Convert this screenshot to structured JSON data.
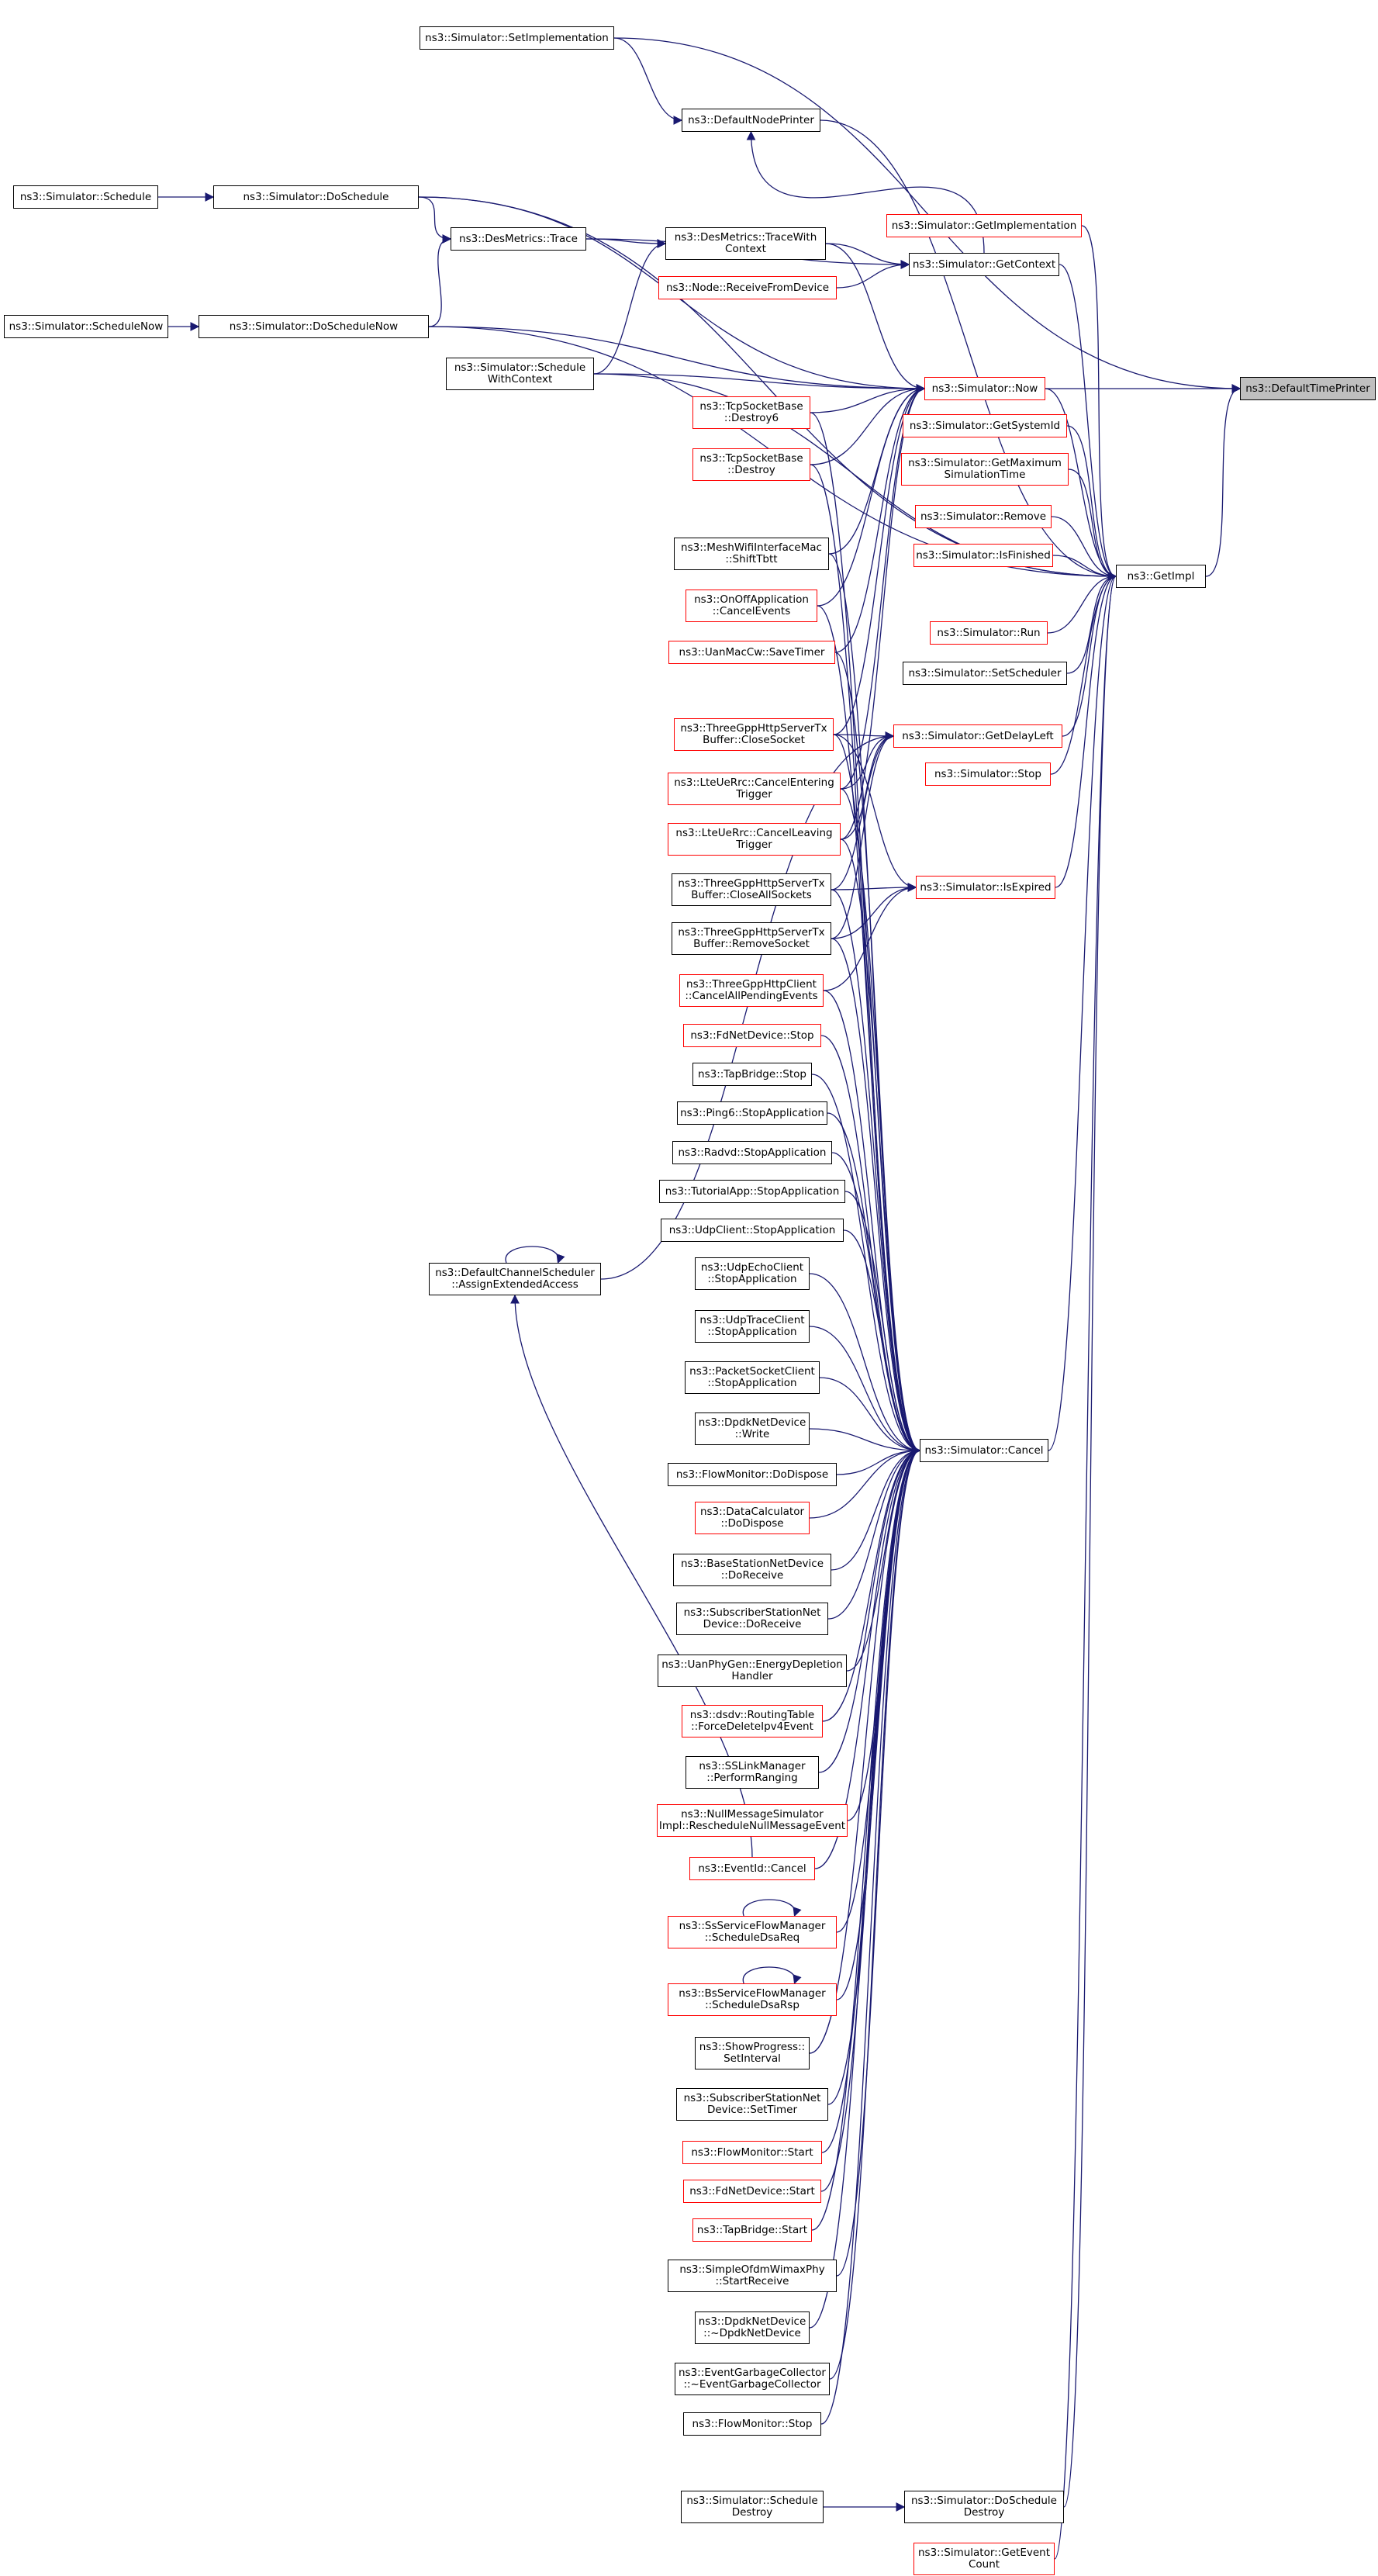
{
  "diagram": {
    "colors": {
      "edge": "#191970",
      "node_border": "#000000",
      "undocumented_border": "#ff0000",
      "root_fill": "#bfbfbf"
    },
    "nodes": [
      {
        "id": "dtp",
        "lines": [
          "ns3::DefaultTimePrinter"
        ],
        "style": "root"
      },
      {
        "id": "setimpl",
        "lines": [
          "ns3::Simulator::SetImplementation"
        ],
        "style": "black"
      },
      {
        "id": "dnp",
        "lines": [
          "ns3::DefaultNodePrinter"
        ],
        "style": "black"
      },
      {
        "id": "sched",
        "lines": [
          "ns3::Simulator::Schedule"
        ],
        "style": "black"
      },
      {
        "id": "dosched",
        "lines": [
          "ns3::Simulator::DoSchedule"
        ],
        "style": "black"
      },
      {
        "id": "getimpln",
        "lines": [
          "ns3::Simulator::GetImplementation"
        ],
        "style": "red"
      },
      {
        "id": "desmtrace",
        "lines": [
          "ns3::DesMetrics::Trace"
        ],
        "style": "black"
      },
      {
        "id": "desmtwc",
        "lines": [
          "ns3::DesMetrics::TraceWith",
          "Context"
        ],
        "style": "black"
      },
      {
        "id": "getctx",
        "lines": [
          "ns3::Simulator::GetContext"
        ],
        "style": "black"
      },
      {
        "id": "nodercv",
        "lines": [
          "ns3::Node::ReceiveFromDevice"
        ],
        "style": "red"
      },
      {
        "id": "schednow",
        "lines": [
          "ns3::Simulator::ScheduleNow"
        ],
        "style": "black"
      },
      {
        "id": "doschednow",
        "lines": [
          "ns3::Simulator::DoScheduleNow"
        ],
        "style": "black"
      },
      {
        "id": "schedwc",
        "lines": [
          "ns3::Simulator::Schedule",
          "WithContext"
        ],
        "style": "black"
      },
      {
        "id": "now",
        "lines": [
          "ns3::Simulator::Now"
        ],
        "style": "red"
      },
      {
        "id": "tcpd6",
        "lines": [
          "ns3::TcpSocketBase",
          "::Destroy6"
        ],
        "style": "red"
      },
      {
        "id": "getsysid",
        "lines": [
          "ns3::Simulator::GetSystemId"
        ],
        "style": "red"
      },
      {
        "id": "tcpd",
        "lines": [
          "ns3::TcpSocketBase",
          "::Destroy"
        ],
        "style": "red"
      },
      {
        "id": "getmax",
        "lines": [
          "ns3::Simulator::GetMaximum",
          "SimulationTime"
        ],
        "style": "red"
      },
      {
        "id": "remove",
        "lines": [
          "ns3::Simulator::Remove"
        ],
        "style": "red"
      },
      {
        "id": "mesh",
        "lines": [
          "ns3::MeshWifiInterfaceMac",
          "::ShiftTbtt"
        ],
        "style": "black"
      },
      {
        "id": "isfin",
        "lines": [
          "ns3::Simulator::IsFinished"
        ],
        "style": "red"
      },
      {
        "id": "getimpl",
        "lines": [
          "ns3::GetImpl"
        ],
        "style": "black"
      },
      {
        "id": "onoff",
        "lines": [
          "ns3::OnOffApplication",
          "::CancelEvents"
        ],
        "style": "red"
      },
      {
        "id": "run",
        "lines": [
          "ns3::Simulator::Run"
        ],
        "style": "red"
      },
      {
        "id": "uanmac",
        "lines": [
          "ns3::UanMacCw::SaveTimer"
        ],
        "style": "red"
      },
      {
        "id": "setsch",
        "lines": [
          "ns3::Simulator::SetScheduler"
        ],
        "style": "black"
      },
      {
        "id": "tgclose",
        "lines": [
          "ns3::ThreeGppHttpServerTx",
          "Buffer::CloseSocket"
        ],
        "style": "red"
      },
      {
        "id": "getdelay",
        "lines": [
          "ns3::Simulator::GetDelayLeft"
        ],
        "style": "red"
      },
      {
        "id": "stop",
        "lines": [
          "ns3::Simulator::Stop"
        ],
        "style": "red"
      },
      {
        "id": "ltecer",
        "lines": [
          "ns3::LteUeRrc::CancelEntering",
          "Trigger"
        ],
        "style": "red"
      },
      {
        "id": "ltecle",
        "lines": [
          "ns3::LteUeRrc::CancelLeaving",
          "Trigger"
        ],
        "style": "red"
      },
      {
        "id": "isexp",
        "lines": [
          "ns3::Simulator::IsExpired"
        ],
        "style": "red"
      },
      {
        "id": "tgcloseall",
        "lines": [
          "ns3::ThreeGppHttpServerTx",
          "Buffer::CloseAllSockets"
        ],
        "style": "black"
      },
      {
        "id": "tgremove",
        "lines": [
          "ns3::ThreeGppHttpServerTx",
          "Buffer::RemoveSocket"
        ],
        "style": "black"
      },
      {
        "id": "tgclient",
        "lines": [
          "ns3::ThreeGppHttpClient",
          "::CancelAllPendingEvents"
        ],
        "style": "red"
      },
      {
        "id": "fdstop",
        "lines": [
          "ns3::FdNetDevice::Stop"
        ],
        "style": "red"
      },
      {
        "id": "tapstop",
        "lines": [
          "ns3::TapBridge::Stop"
        ],
        "style": "black"
      },
      {
        "id": "ping6",
        "lines": [
          "ns3::Ping6::StopApplication"
        ],
        "style": "black"
      },
      {
        "id": "radvd",
        "lines": [
          "ns3::Radvd::StopApplication"
        ],
        "style": "black"
      },
      {
        "id": "tutorial",
        "lines": [
          "ns3::TutorialApp::StopApplication"
        ],
        "style": "black"
      },
      {
        "id": "udpclient",
        "lines": [
          "ns3::UdpClient::StopApplication"
        ],
        "style": "black"
      },
      {
        "id": "dcs",
        "lines": [
          "ns3::DefaultChannelScheduler",
          "::AssignExtendedAccess"
        ],
        "style": "black"
      },
      {
        "id": "udpecho",
        "lines": [
          "ns3::UdpEchoClient",
          "::StopApplication"
        ],
        "style": "black"
      },
      {
        "id": "udptrace",
        "lines": [
          "ns3::UdpTraceClient",
          "::StopApplication"
        ],
        "style": "black"
      },
      {
        "id": "pktsock",
        "lines": [
          "ns3::PacketSocketClient",
          "::StopApplication"
        ],
        "style": "black"
      },
      {
        "id": "dpdkwrite",
        "lines": [
          "ns3::DpdkNetDevice",
          "::Write"
        ],
        "style": "black"
      },
      {
        "id": "cancel",
        "lines": [
          "ns3::Simulator::Cancel"
        ],
        "style": "black"
      },
      {
        "id": "flowdispose",
        "lines": [
          "ns3::FlowMonitor::DoDispose"
        ],
        "style": "black"
      },
      {
        "id": "datacalc",
        "lines": [
          "ns3::DataCalculator",
          "::DoDispose"
        ],
        "style": "red"
      },
      {
        "id": "bsnd",
        "lines": [
          "ns3::BaseStationNetDevice",
          "::DoReceive"
        ],
        "style": "black"
      },
      {
        "id": "ssnd",
        "lines": [
          "ns3::SubscriberStationNet",
          "Device::DoReceive"
        ],
        "style": "black"
      },
      {
        "id": "uanphy",
        "lines": [
          "ns3::UanPhyGen::EnergyDepletion",
          "Handler"
        ],
        "style": "black"
      },
      {
        "id": "dsdv",
        "lines": [
          "ns3::dsdv::RoutingTable",
          "::ForceDeleteIpv4Event"
        ],
        "style": "red"
      },
      {
        "id": "sslink",
        "lines": [
          "ns3::SSLinkManager",
          "::PerformRanging"
        ],
        "style": "black"
      },
      {
        "id": "nullmsg",
        "lines": [
          "ns3::NullMessageSimulator",
          "Impl::RescheduleNullMessageEvent"
        ],
        "style": "red"
      },
      {
        "id": "eventid",
        "lines": [
          "ns3::EventId::Cancel"
        ],
        "style": "red"
      },
      {
        "id": "ssflow",
        "lines": [
          "ns3::SsServiceFlowManager",
          "::ScheduleDsaReq"
        ],
        "style": "red"
      },
      {
        "id": "bsflow",
        "lines": [
          "ns3::BsServiceFlowManager",
          "::ScheduleDsaRsp"
        ],
        "style": "red"
      },
      {
        "id": "showprog",
        "lines": [
          "ns3::ShowProgress::",
          "SetInterval"
        ],
        "style": "black"
      },
      {
        "id": "sstimer",
        "lines": [
          "ns3::SubscriberStationNet",
          "Device::SetTimer"
        ],
        "style": "black"
      },
      {
        "id": "flowstart",
        "lines": [
          "ns3::FlowMonitor::Start"
        ],
        "style": "red"
      },
      {
        "id": "fdstart",
        "lines": [
          "ns3::FdNetDevice::Start"
        ],
        "style": "red"
      },
      {
        "id": "tapstart",
        "lines": [
          "ns3::TapBridge::Start"
        ],
        "style": "red"
      },
      {
        "id": "simpleofdm",
        "lines": [
          "ns3::SimpleOfdmWimaxPhy",
          "::StartReceive"
        ],
        "style": "black"
      },
      {
        "id": "dpdkdtor",
        "lines": [
          "ns3::DpdkNetDevice",
          "::~DpdkNetDevice"
        ],
        "style": "black"
      },
      {
        "id": "egc",
        "lines": [
          "ns3::EventGarbageCollector",
          "::~EventGarbageCollector"
        ],
        "style": "black"
      },
      {
        "id": "flowstop",
        "lines": [
          "ns3::FlowMonitor::Stop"
        ],
        "style": "black"
      },
      {
        "id": "scheddestroy",
        "lines": [
          "ns3::Simulator::Schedule",
          "Destroy"
        ],
        "style": "black"
      },
      {
        "id": "doscheddestroy",
        "lines": [
          "ns3::Simulator::DoSchedule",
          "Destroy"
        ],
        "style": "black"
      },
      {
        "id": "geteventcount",
        "lines": [
          "ns3::Simulator::GetEvent",
          "Count"
        ],
        "style": "red"
      }
    ],
    "edges": [
      {
        "from": "getimpl",
        "to": "dtp"
      },
      {
        "from": "now",
        "to": "dtp"
      },
      {
        "from": "setimpl",
        "to": "dtp"
      },
      {
        "from": "setimpl",
        "to": "dnp"
      },
      {
        "from": "dnp",
        "to": "getimpl"
      },
      {
        "from": "getctx",
        "to": "dnp"
      },
      {
        "from": "sched",
        "to": "dosched"
      },
      {
        "from": "dosched",
        "to": "desmtrace"
      },
      {
        "from": "dosched",
        "to": "getimpl"
      },
      {
        "from": "dosched",
        "to": "now"
      },
      {
        "from": "desmtrace",
        "to": "desmtwc"
      },
      {
        "from": "desmtrace",
        "to": "getctx"
      },
      {
        "from": "desmtwc",
        "to": "getctx"
      },
      {
        "from": "desmtwc",
        "to": "now"
      },
      {
        "from": "nodercv",
        "to": "getctx"
      },
      {
        "from": "getctx",
        "to": "getimpl"
      },
      {
        "from": "getimpln",
        "to": "getimpl"
      },
      {
        "from": "schednow",
        "to": "doschednow"
      },
      {
        "from": "doschednow",
        "to": "desmtrace"
      },
      {
        "from": "doschednow",
        "to": "now"
      },
      {
        "from": "doschednow",
        "to": "getimpl"
      },
      {
        "from": "schedwc",
        "to": "desmtwc"
      },
      {
        "from": "schedwc",
        "to": "now"
      },
      {
        "from": "schedwc",
        "to": "getimpl"
      },
      {
        "from": "tcpd6",
        "to": "now"
      },
      {
        "from": "tcpd",
        "to": "now"
      },
      {
        "from": "mesh",
        "to": "now"
      },
      {
        "from": "onoff",
        "to": "now"
      },
      {
        "from": "uanmac",
        "to": "now"
      },
      {
        "from": "tgclose",
        "to": "now"
      },
      {
        "from": "ltecer",
        "to": "now"
      },
      {
        "from": "ltecle",
        "to": "now"
      },
      {
        "from": "now",
        "to": "getimpl"
      },
      {
        "from": "getsysid",
        "to": "getimpl"
      },
      {
        "from": "getmax",
        "to": "getimpl"
      },
      {
        "from": "remove",
        "to": "getimpl"
      },
      {
        "from": "isfin",
        "to": "getimpl"
      },
      {
        "from": "run",
        "to": "getimpl"
      },
      {
        "from": "setsch",
        "to": "getimpl"
      },
      {
        "from": "stop",
        "to": "getimpl"
      },
      {
        "from": "getdelay",
        "to": "getimpl"
      },
      {
        "from": "isexp",
        "to": "getimpl"
      },
      {
        "from": "cancel",
        "to": "getimpl"
      },
      {
        "from": "doscheddestroy",
        "to": "getimpl"
      },
      {
        "from": "geteventcount",
        "to": "getimpl"
      },
      {
        "from": "scheddestroy",
        "to": "doscheddestroy"
      },
      {
        "from": "tgclose",
        "to": "getdelay"
      },
      {
        "from": "ltecer",
        "to": "getdelay"
      },
      {
        "from": "ltecle",
        "to": "getdelay"
      },
      {
        "from": "tgcloseall",
        "to": "getdelay"
      },
      {
        "from": "tgremove",
        "to": "getdelay"
      },
      {
        "from": "tgclose",
        "to": "isexp"
      },
      {
        "from": "tgcloseall",
        "to": "isexp"
      },
      {
        "from": "tgremove",
        "to": "isexp"
      },
      {
        "from": "tgclient",
        "to": "isexp"
      },
      {
        "from": "dcs",
        "to": "dcs"
      },
      {
        "from": "dcs",
        "to": "getdelay"
      },
      {
        "from": "eventid",
        "to": "dcs"
      },
      {
        "from": "ssflow",
        "to": "ssflow"
      },
      {
        "from": "bsflow",
        "to": "bsflow"
      },
      {
        "from": "tcpd6",
        "to": "cancel"
      },
      {
        "from": "tcpd",
        "to": "cancel"
      },
      {
        "from": "mesh",
        "to": "cancel"
      },
      {
        "from": "onoff",
        "to": "cancel"
      },
      {
        "from": "uanmac",
        "to": "cancel"
      },
      {
        "from": "tgclose",
        "to": "cancel"
      },
      {
        "from": "ltecer",
        "to": "cancel"
      },
      {
        "from": "ltecle",
        "to": "cancel"
      },
      {
        "from": "tgcloseall",
        "to": "cancel"
      },
      {
        "from": "tgremove",
        "to": "cancel"
      },
      {
        "from": "tgclient",
        "to": "cancel"
      },
      {
        "from": "fdstop",
        "to": "cancel"
      },
      {
        "from": "tapstop",
        "to": "cancel"
      },
      {
        "from": "ping6",
        "to": "cancel"
      },
      {
        "from": "radvd",
        "to": "cancel"
      },
      {
        "from": "tutorial",
        "to": "cancel"
      },
      {
        "from": "udpclient",
        "to": "cancel"
      },
      {
        "from": "udpecho",
        "to": "cancel"
      },
      {
        "from": "udptrace",
        "to": "cancel"
      },
      {
        "from": "pktsock",
        "to": "cancel"
      },
      {
        "from": "dpdkwrite",
        "to": "cancel"
      },
      {
        "from": "flowdispose",
        "to": "cancel"
      },
      {
        "from": "datacalc",
        "to": "cancel"
      },
      {
        "from": "bsnd",
        "to": "cancel"
      },
      {
        "from": "ssnd",
        "to": "cancel"
      },
      {
        "from": "uanphy",
        "to": "cancel"
      },
      {
        "from": "dsdv",
        "to": "cancel"
      },
      {
        "from": "sslink",
        "to": "cancel"
      },
      {
        "from": "nullmsg",
        "to": "cancel"
      },
      {
        "from": "eventid",
        "to": "cancel"
      },
      {
        "from": "ssflow",
        "to": "cancel"
      },
      {
        "from": "bsflow",
        "to": "cancel"
      },
      {
        "from": "showprog",
        "to": "cancel"
      },
      {
        "from": "sstimer",
        "to": "cancel"
      },
      {
        "from": "flowstart",
        "to": "cancel"
      },
      {
        "from": "fdstart",
        "to": "cancel"
      },
      {
        "from": "tapstart",
        "to": "cancel"
      },
      {
        "from": "simpleofdm",
        "to": "cancel"
      },
      {
        "from": "dpdkdtor",
        "to": "cancel"
      },
      {
        "from": "egc",
        "to": "cancel"
      },
      {
        "from": "flowstop",
        "to": "cancel"
      }
    ]
  }
}
